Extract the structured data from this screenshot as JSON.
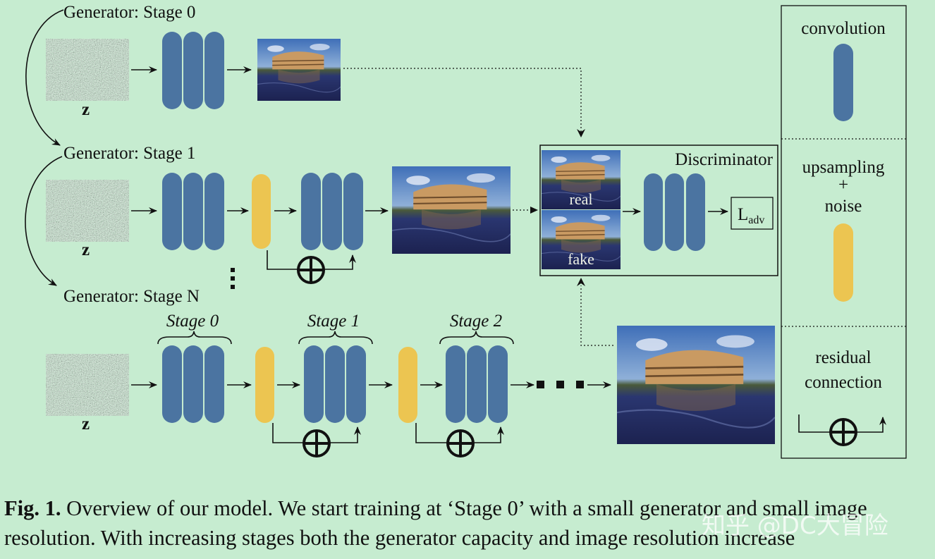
{
  "generators": [
    {
      "title": "Generator: Stage 0",
      "z_label": "z"
    },
    {
      "title": "Generator: Stage 1",
      "z_label": "z"
    },
    {
      "title": "Generator: Stage N",
      "z_label": "z"
    }
  ],
  "stage_labels": [
    "Stage 0",
    "Stage 1",
    "Stage 2"
  ],
  "discriminator": {
    "title": "Discriminator",
    "real_label": "real",
    "fake_label": "fake",
    "loss_main": "L",
    "loss_sub": "adv"
  },
  "legend": {
    "convolution": "convolution",
    "upsampling": "upsampling",
    "plus": "+",
    "noise": "noise",
    "residual": "residual",
    "connection": "connection"
  },
  "caption": {
    "fig_label": "Fig. 1.",
    "text": "Overview of our model. We start training at ‘Stage 0’ with a small generator and small image resolution. With increasing stages both the generator capacity and image resolution increase"
  },
  "watermark": "知乎 @DC大冒险",
  "colors": {
    "background": "#c6ecd0",
    "convolution": "#4b74a1",
    "upsampling_noise": "#ecc551"
  }
}
